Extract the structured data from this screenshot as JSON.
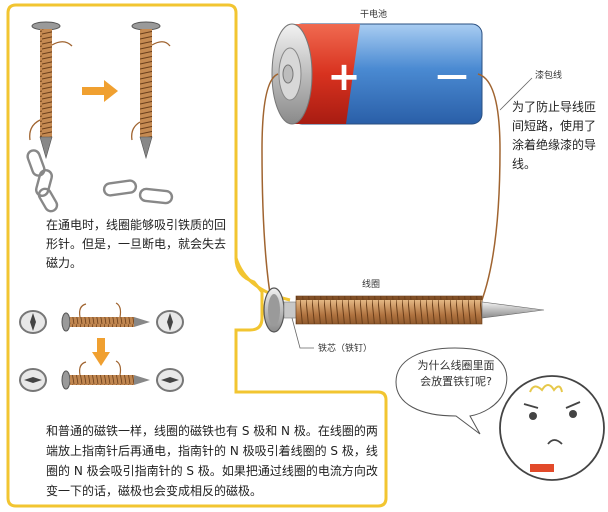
{
  "labels": {
    "battery": "干电池",
    "enamel_wire": "漆包线",
    "coil": "线圈",
    "iron_core": "铁芯（铁钉）"
  },
  "text": {
    "top_paragraph": "在通电时，线圈能够吸引铁质的回形针。但是，一旦断电，就会失去磁力。",
    "bottom_paragraph": "和普通的磁铁一样，线圈的磁铁也有 S 极和 N 极。在线圈的两端放上指南针后再通电，指南针的 N 极吸引着线圈的 S 极，线圈的 N 极会吸引指南针的 S 极。如果把通过线圈的电流方向改变一下的话，磁极也会变成相反的磁极。",
    "enamel_note": "为了防止导线匝间短路，使用了涂着绝缘漆的导线。",
    "speech_bubble": "为什么线圈里面会放置铁钉呢?"
  },
  "battery_signs": {
    "positive": "+",
    "negative": "—"
  },
  "colors": {
    "frame_yellow": "#f2c531",
    "arrow_orange": "#f0a030",
    "battery_red": "#e03a2a",
    "battery_blue": "#3d7fc8",
    "copper_wire": "#a06430"
  },
  "icons": [
    "nail-icon",
    "paper-clip-icon",
    "compass-icon",
    "arrow-icon",
    "cartoon-character-icon"
  ]
}
